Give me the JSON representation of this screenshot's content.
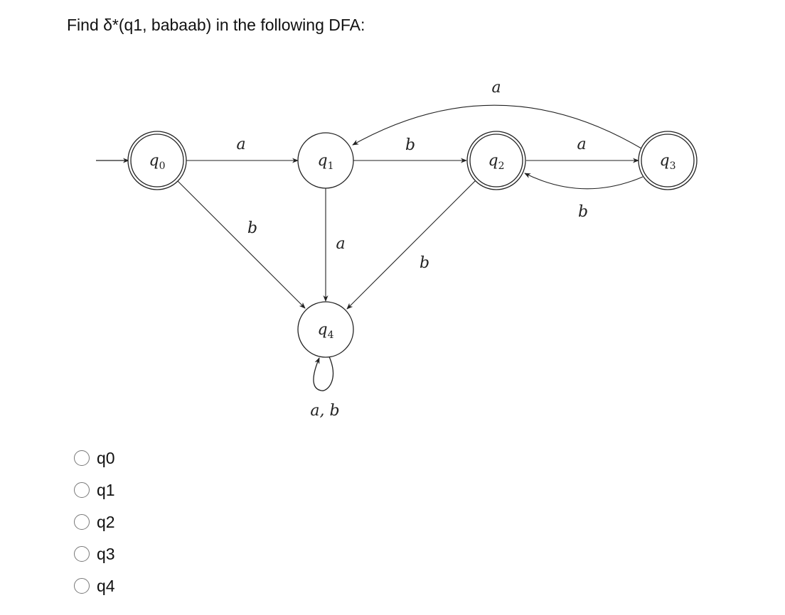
{
  "question": {
    "text": "Find δ*(q1, babaab) in the following DFA:"
  },
  "dfa": {
    "states": [
      {
        "id": "q0",
        "letter": "q",
        "sub": "0",
        "accepting": true,
        "initial": true
      },
      {
        "id": "q1",
        "letter": "q",
        "sub": "1",
        "accepting": false,
        "initial": false
      },
      {
        "id": "q2",
        "letter": "q",
        "sub": "2",
        "accepting": true,
        "initial": false
      },
      {
        "id": "q3",
        "letter": "q",
        "sub": "3",
        "accepting": true,
        "initial": false
      },
      {
        "id": "q4",
        "letter": "q",
        "sub": "4",
        "accepting": false,
        "initial": false
      }
    ],
    "transitions": [
      {
        "from": "q0",
        "to": "q1",
        "label": "a"
      },
      {
        "from": "q0",
        "to": "q4",
        "label": "b"
      },
      {
        "from": "q1",
        "to": "q2",
        "label": "b"
      },
      {
        "from": "q1",
        "to": "q4",
        "label": "a"
      },
      {
        "from": "q2",
        "to": "q3",
        "label": "a"
      },
      {
        "from": "q2",
        "to": "q4",
        "label": "b"
      },
      {
        "from": "q3",
        "to": "q1",
        "label": "a"
      },
      {
        "from": "q3",
        "to": "q2",
        "label": "b"
      },
      {
        "from": "q4",
        "to": "q4",
        "label": "a, b"
      }
    ]
  },
  "options": [
    {
      "label": "q0"
    },
    {
      "label": "q1"
    },
    {
      "label": "q2"
    },
    {
      "label": "q3"
    },
    {
      "label": "q4"
    }
  ]
}
